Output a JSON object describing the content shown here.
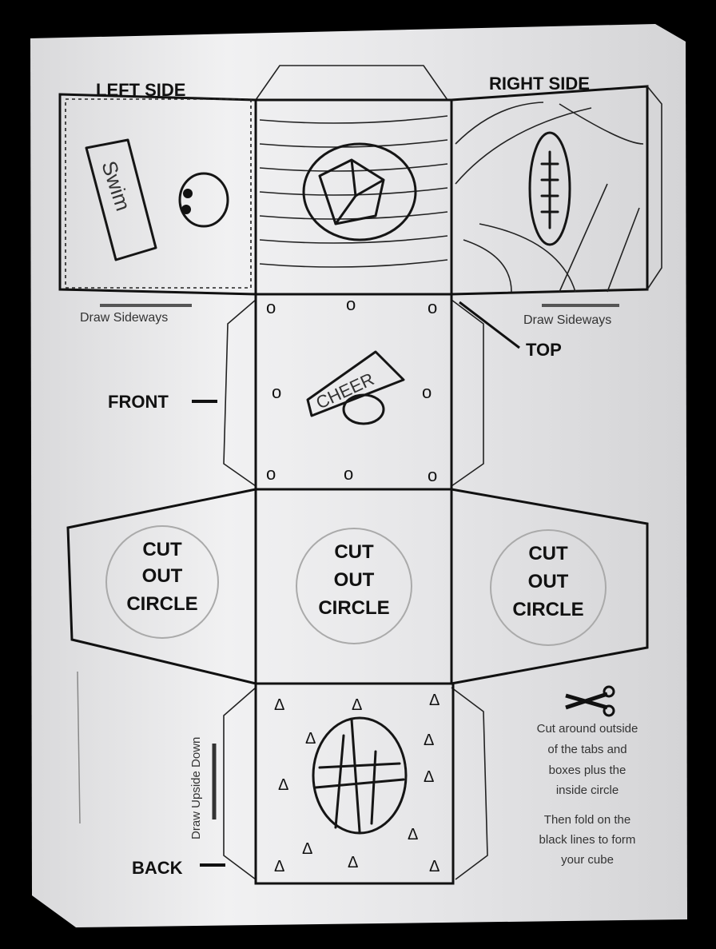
{
  "labels": {
    "left_side": "LEFT SIDE",
    "right_side": "RIGHT SIDE",
    "draw_sideways_left": "Draw Sideways",
    "draw_sideways_right": "Draw Sideways",
    "top": "TOP",
    "front": "FRONT",
    "back": "BACK",
    "draw_upside_down": "Draw Upside Down"
  },
  "circles": [
    {
      "line1": "CUT",
      "line2": "OUT",
      "line3": "CIRCLE"
    },
    {
      "line1": "CUT",
      "line2": "OUT",
      "line3": "CIRCLE"
    },
    {
      "line1": "CUT",
      "line2": "OUT",
      "line3": "CIRCLE"
    }
  ],
  "drawings": {
    "swim_towel": "Swim",
    "megaphone": "CHEER"
  },
  "instructions": {
    "cut_lines": [
      "Cut around outside",
      "of the tabs and",
      "boxes plus the",
      "inside circle"
    ],
    "fold_lines": [
      "Then fold on the",
      "black lines to form",
      "your cube"
    ]
  },
  "icons": {
    "scissors": "scissors-icon"
  }
}
